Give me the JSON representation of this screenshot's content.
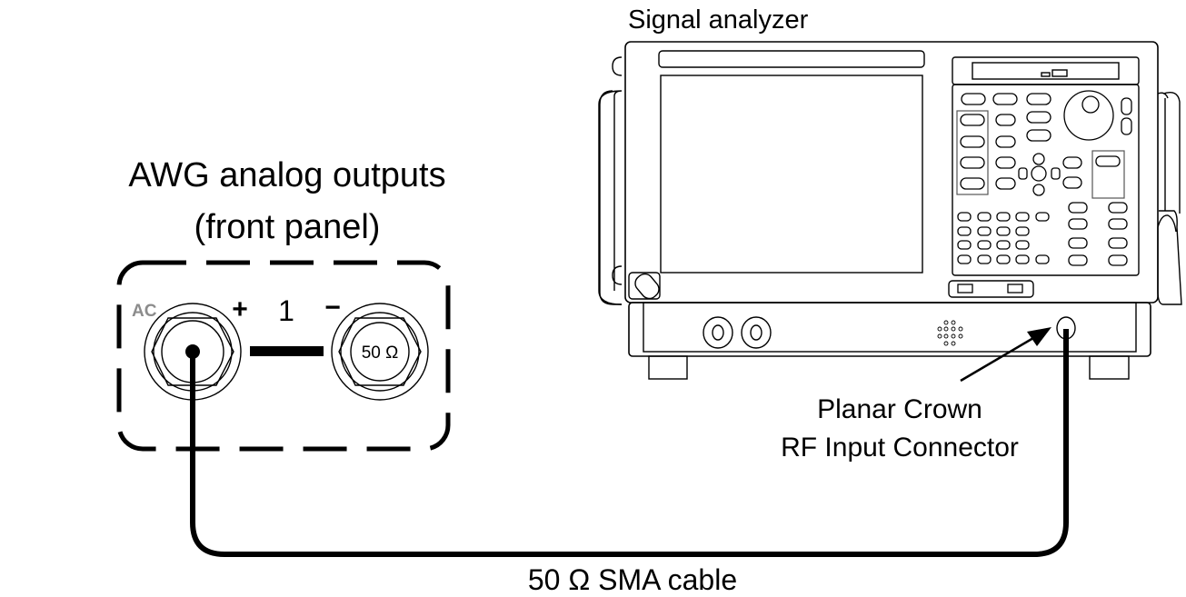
{
  "labels": {
    "analyzer_title": "Signal analyzer",
    "awg_title_line1": "AWG analog outputs",
    "awg_title_line2": "(front panel)",
    "ac_label": "AC",
    "plus_label": "+",
    "channel_number": "1",
    "minus_label": "−",
    "termination_label": "50 Ω",
    "connector_line1": "Planar Crown",
    "connector_line2": "RF Input Connector",
    "cable_label": "50 Ω SMA cable"
  },
  "colors": {
    "line": "#000000",
    "ac_text": "#8c8c8c",
    "background": "#ffffff"
  }
}
